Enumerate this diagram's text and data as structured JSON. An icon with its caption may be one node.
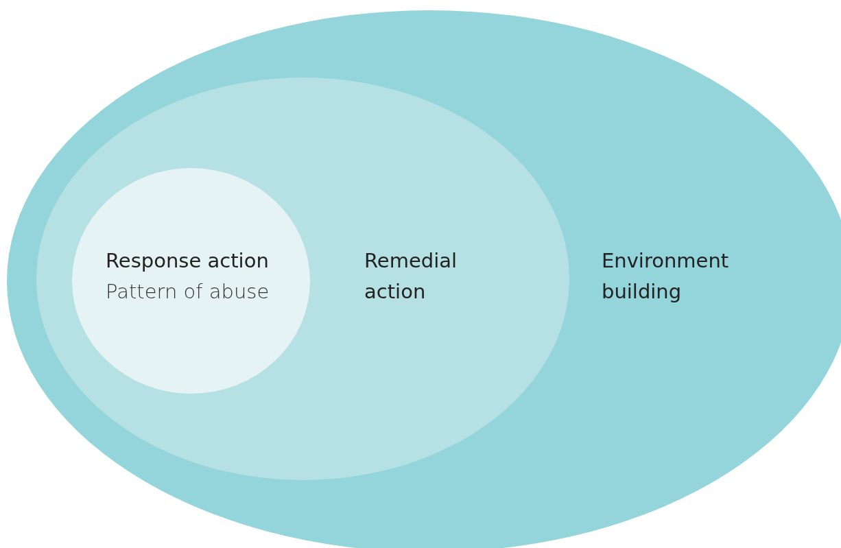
{
  "diagram": {
    "nodes": [
      {
        "text": [
          "Environment building"
        ]
      },
      {
        "text": [
          "Remedial action"
        ],
        "in": 0
      },
      {
        "text": [
          "Response action",
          "Pattern of abuse"
        ],
        "in": 1
      }
    ]
  }
}
